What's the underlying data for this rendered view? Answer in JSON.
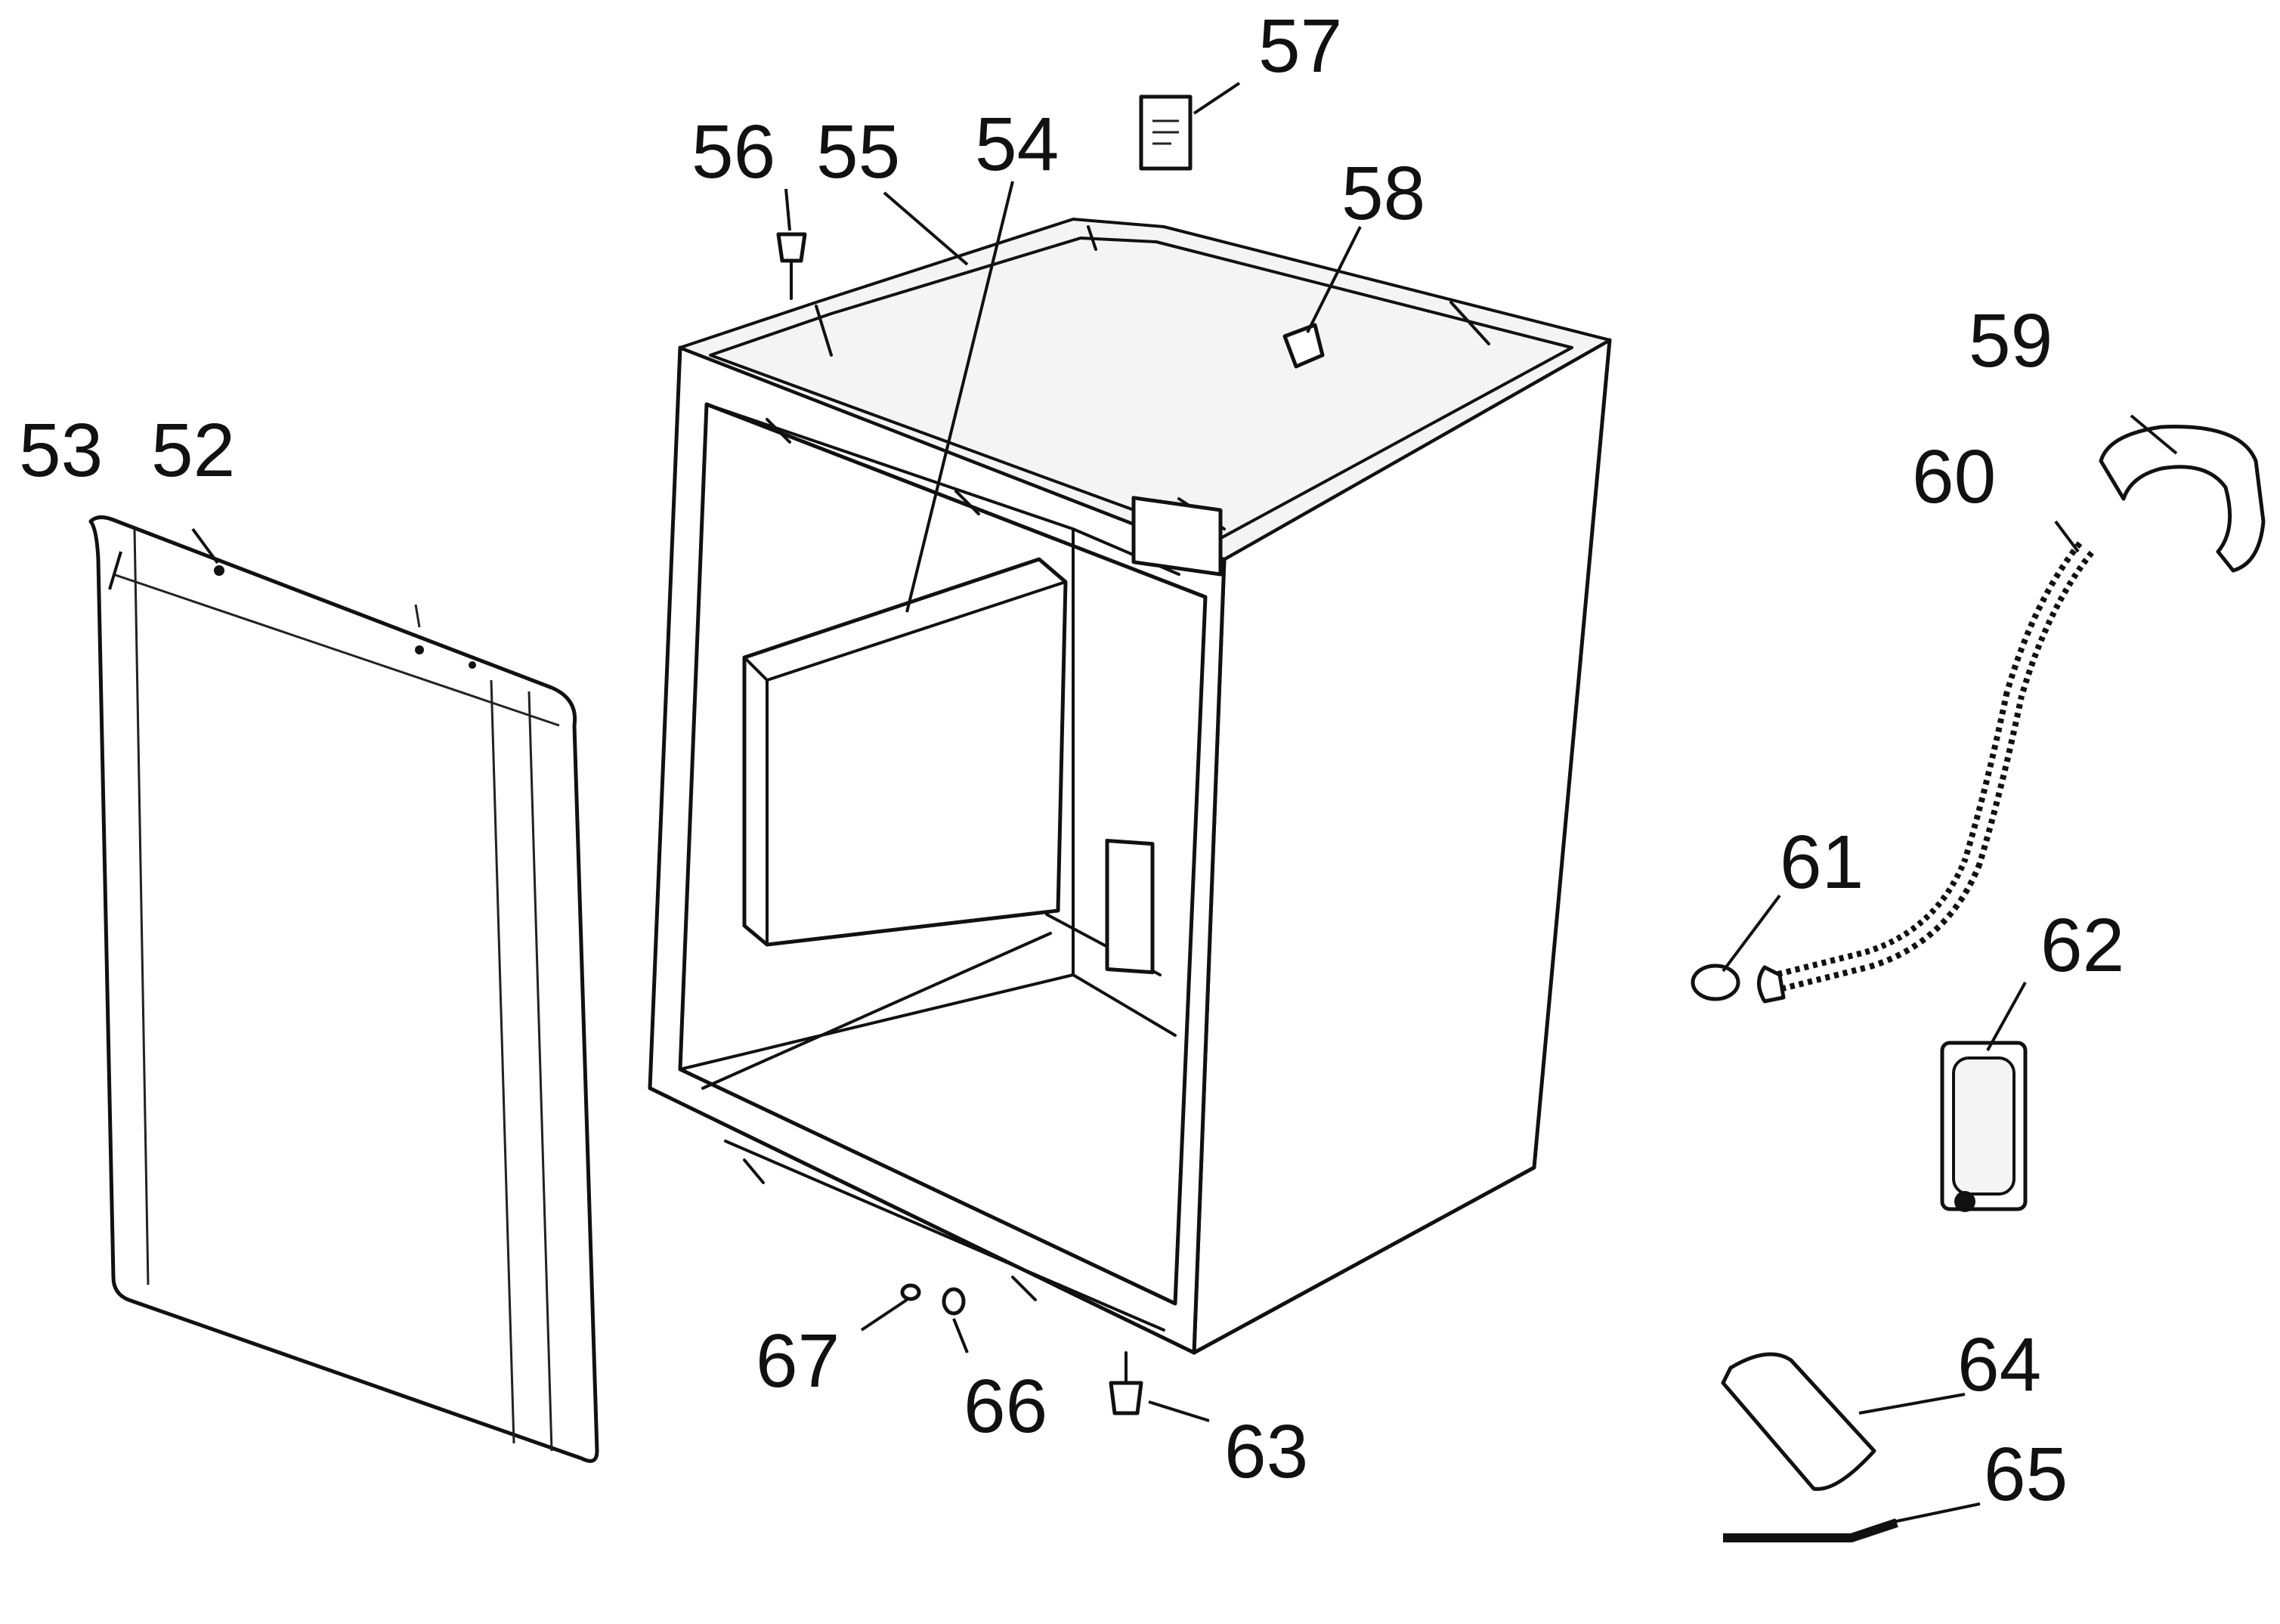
{
  "diagram": {
    "callouts": [
      {
        "id": "53",
        "text": "53"
      },
      {
        "id": "52",
        "text": "52"
      },
      {
        "id": "56",
        "text": "56"
      },
      {
        "id": "55",
        "text": "55"
      },
      {
        "id": "54",
        "text": "54"
      },
      {
        "id": "57",
        "text": "57"
      },
      {
        "id": "58",
        "text": "58"
      },
      {
        "id": "59",
        "text": "59"
      },
      {
        "id": "60",
        "text": "60"
      },
      {
        "id": "61",
        "text": "61"
      },
      {
        "id": "62",
        "text": "62"
      },
      {
        "id": "64",
        "text": "64"
      },
      {
        "id": "65",
        "text": "65"
      },
      {
        "id": "67",
        "text": "67"
      },
      {
        "id": "66",
        "text": "66"
      },
      {
        "id": "63",
        "text": "63"
      }
    ]
  },
  "colors": {
    "line": "#111111",
    "background": "#ffffff"
  }
}
